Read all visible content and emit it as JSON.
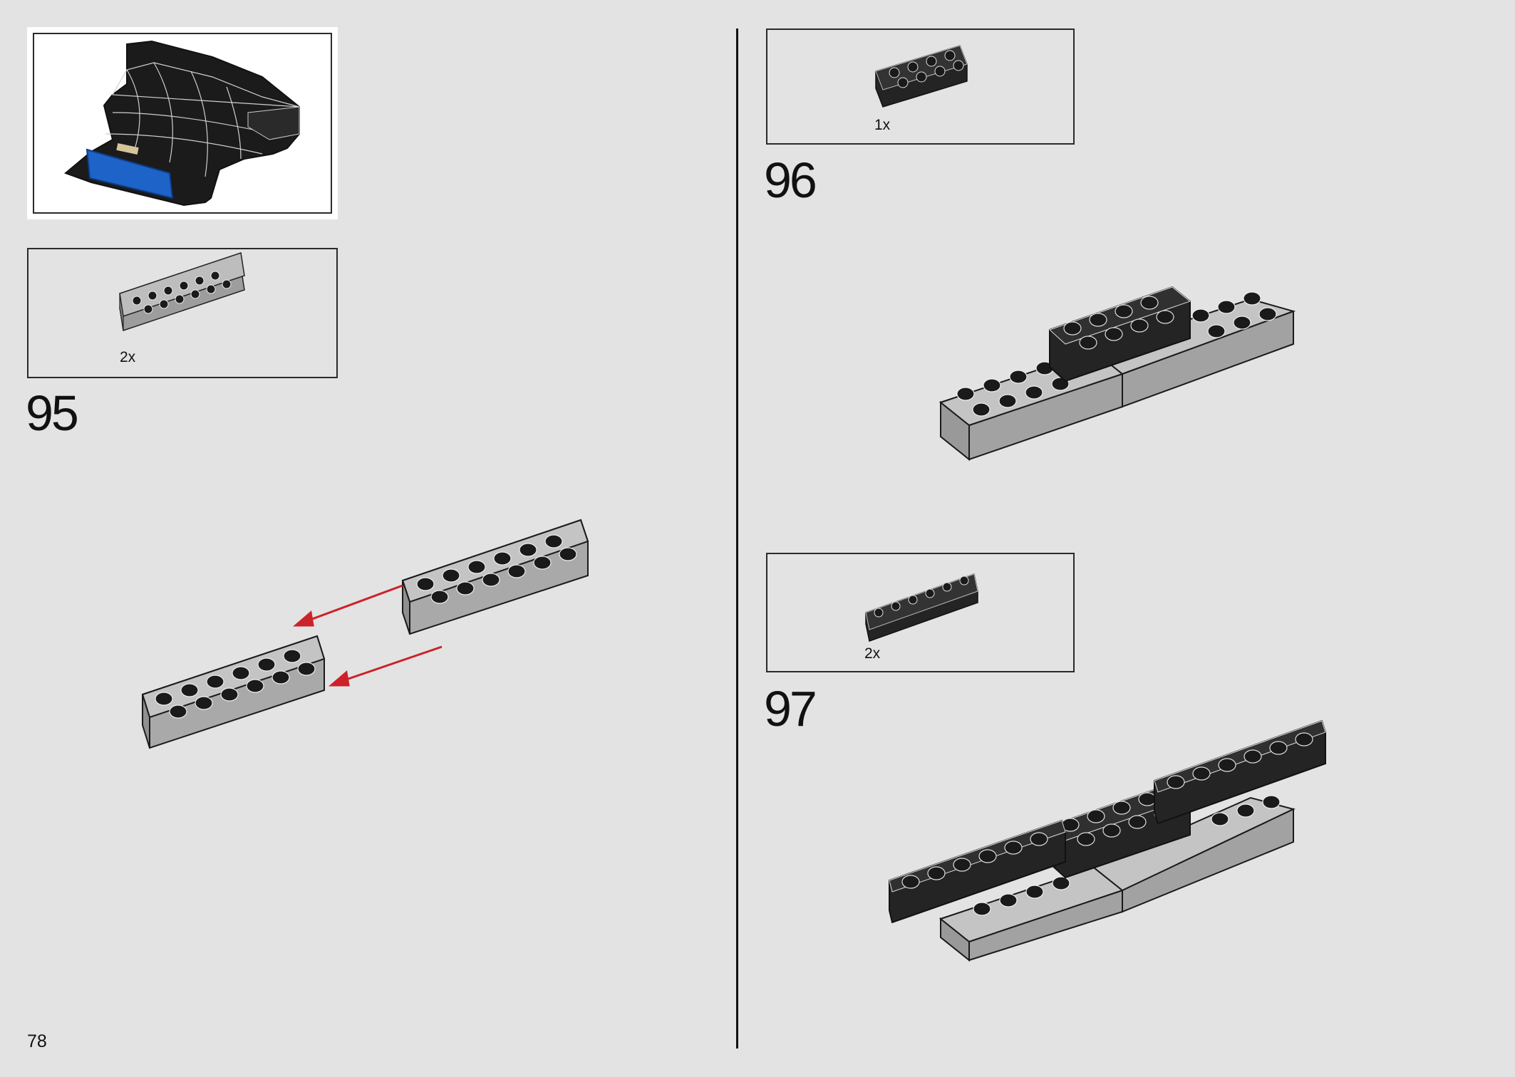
{
  "page": {
    "number": "78"
  },
  "steps": [
    {
      "number": "95",
      "parts": [
        {
          "qty": "2x",
          "part": "brick-2x6-light-gray"
        }
      ]
    },
    {
      "number": "96",
      "parts": [
        {
          "qty": "1x",
          "part": "brick-2x4-black"
        }
      ]
    },
    {
      "number": "97",
      "parts": [
        {
          "qty": "2x",
          "part": "brick-1x6-black"
        }
      ]
    }
  ],
  "colors": {
    "background": "#e3e3e3",
    "light_gray": "#a9a9a9",
    "black": "#242424",
    "arrow": "#cc2229",
    "blue": "#1e63c7",
    "tan": "#d6c49a"
  }
}
